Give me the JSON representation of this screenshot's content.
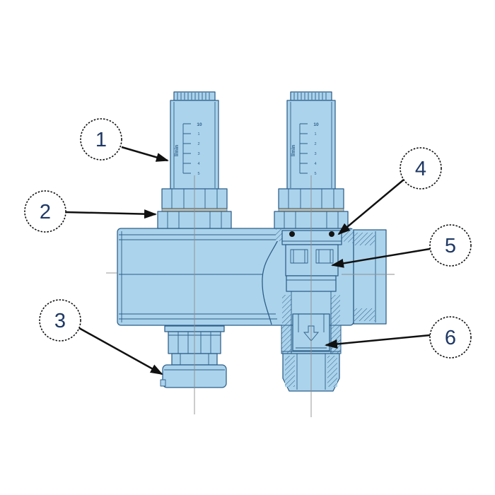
{
  "callouts": [
    {
      "label": "1"
    },
    {
      "label": "2"
    },
    {
      "label": "3"
    },
    {
      "label": "4"
    },
    {
      "label": "5"
    },
    {
      "label": "6"
    }
  ],
  "meters": [
    {
      "scale": {
        "unit": "l/min",
        "tick_labels": [
          "10",
          "1",
          "2",
          "3",
          "4",
          "5"
        ]
      }
    },
    {
      "scale": {
        "unit": "l/min",
        "tick_labels": [
          "10",
          "1",
          "2",
          "3",
          "4",
          "5"
        ]
      }
    }
  ],
  "icons": {
    "flow_direction": "down-arrow-icon"
  },
  "colors": {
    "part_fill": "#ABD3EC",
    "outline": "#2E5E88",
    "centerline": "#8F8F8F",
    "gasket": "#C9BCA0",
    "oring": "#141414",
    "arrow": "#111111",
    "callout_text": "#1F3864"
  }
}
